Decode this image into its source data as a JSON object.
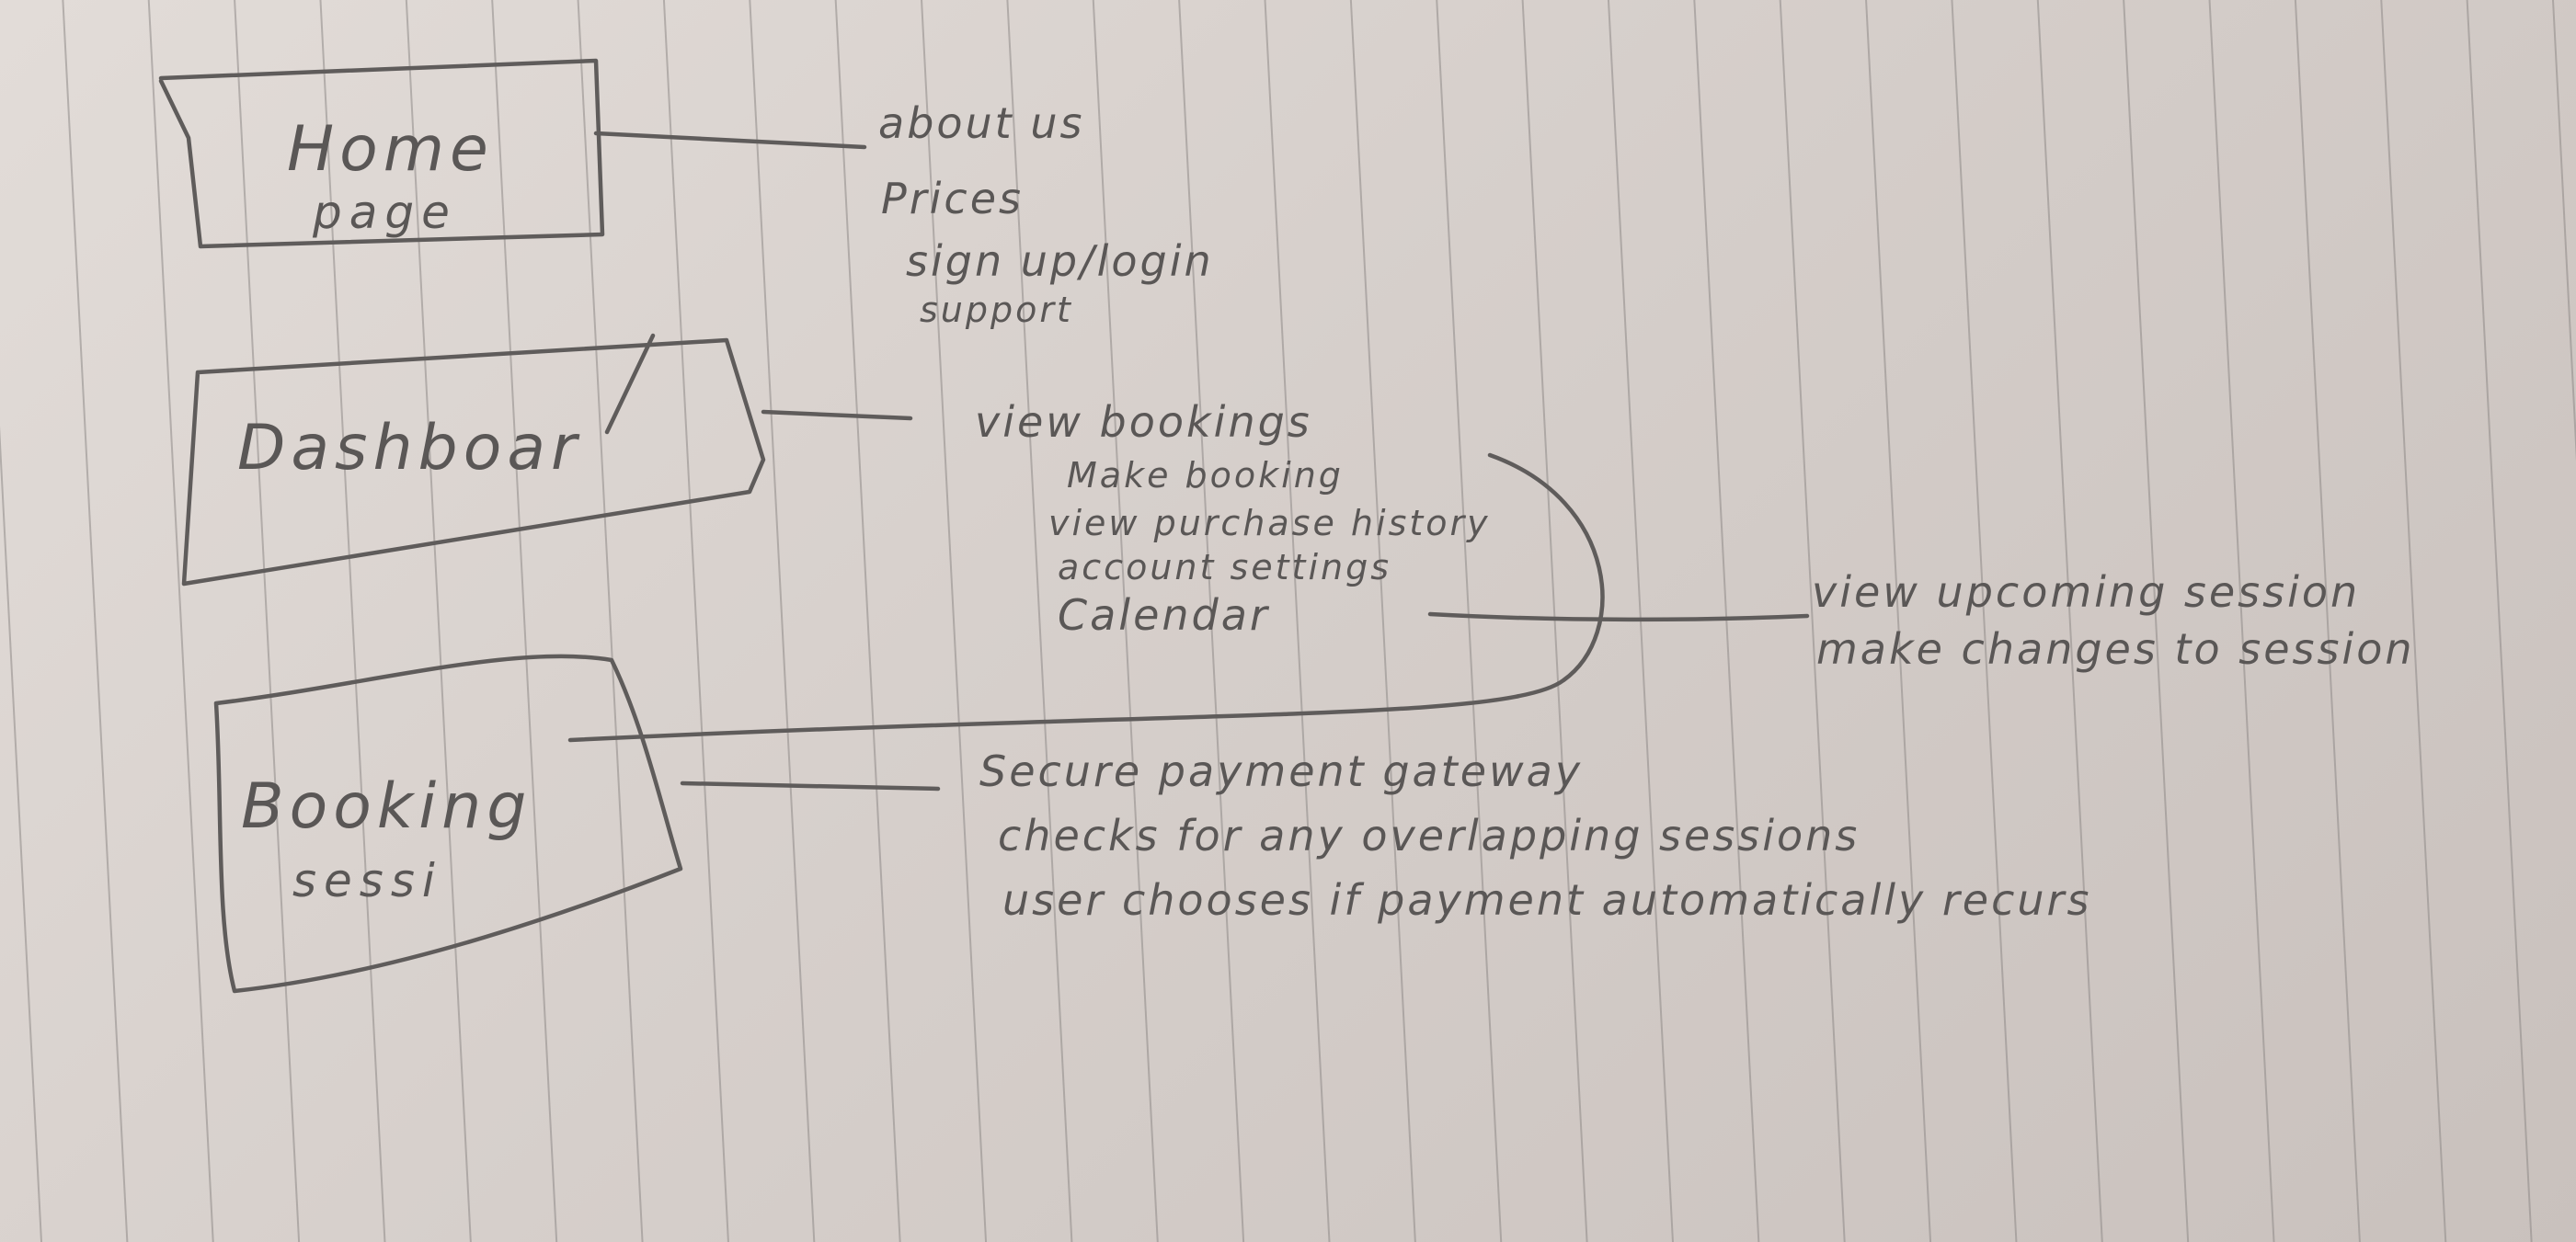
{
  "nodes": [
    {
      "id": "home",
      "title_line1": "Home",
      "title_line2": "page",
      "items": [
        "about us",
        "Prices",
        "sign up/login",
        "support"
      ]
    },
    {
      "id": "dashboard",
      "title_line1": "Dashboar",
      "items": [
        "view bookings",
        "Make booking",
        "view purchase history",
        "account settings",
        "Calendar"
      ]
    },
    {
      "id": "booking",
      "title_line1": "Booking",
      "title_line2": "sessi",
      "items": [
        "Secure payment gateway",
        "checks for any overlapping sessions",
        "user chooses if payment automatically recurs"
      ]
    }
  ],
  "calendar_branch": {
    "items": [
      "view upcoming session",
      "make changes to session"
    ]
  }
}
